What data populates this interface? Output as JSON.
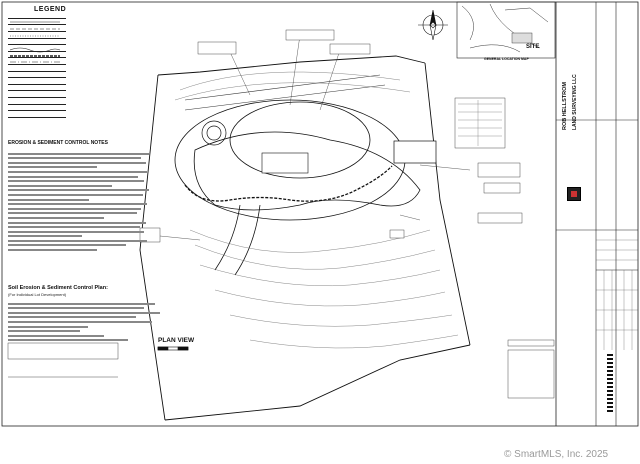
{
  "legend": {
    "title": "LEGEND"
  },
  "notes": {
    "title": "EROSION & SEDIMENT CONTROL NOTES"
  },
  "control_plan": {
    "heading": "Soil Erosion & Sediment Control Plan:",
    "subheading": "(For Individual Lot Development)"
  },
  "plan_view": {
    "label": "PLAN VIEW"
  },
  "site_map": {
    "site_label": "SITE",
    "caption": "GENERAL LOCATION MAP"
  },
  "title_block": {
    "company_line1": "ROB HELLSTROM",
    "company_line2": "LAND SURVEYING LLC"
  },
  "watermark": {
    "text": "© SmartMLS, Inc. 2025"
  },
  "colors": {
    "paper": "#ffffff",
    "ink": "#1a1a1a",
    "faint": "#888888",
    "logo_accent": "#cc3333"
  }
}
